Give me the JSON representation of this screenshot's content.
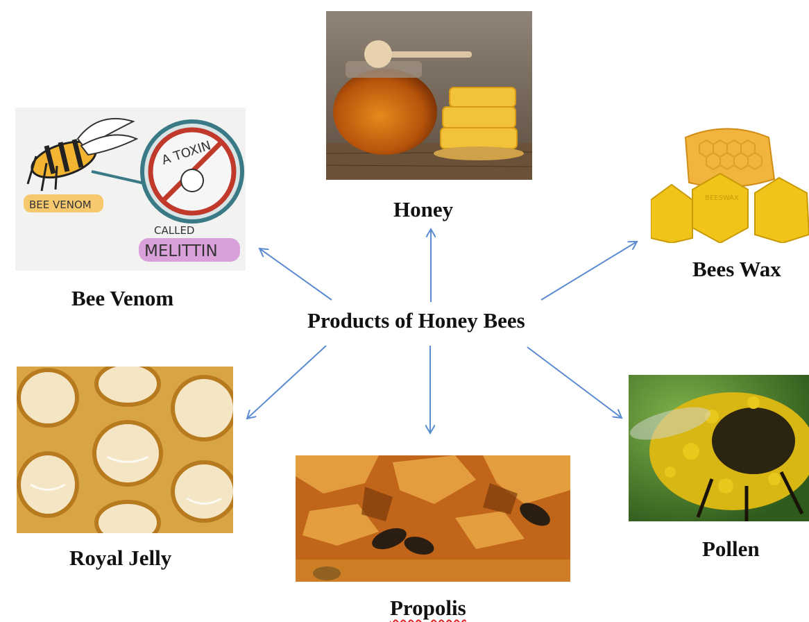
{
  "diagram": {
    "center_label": "Products of Honey Bees",
    "products": [
      {
        "id": "honey",
        "label": "Honey"
      },
      {
        "id": "bee-venom",
        "label": "Bee Venom"
      },
      {
        "id": "bees-wax",
        "label": "Bees Wax"
      },
      {
        "id": "royal-jelly",
        "label": "Royal Jelly"
      },
      {
        "id": "propolis",
        "label": "Propolis"
      },
      {
        "id": "pollen",
        "label": "Pollen"
      }
    ],
    "venom_sketch": {
      "bee_tag": "BEE VENOM",
      "toxin_text": "A TOXIN",
      "called_text": "CALLED",
      "name_text": "MELITTIN"
    },
    "wax_stamp": "BEESWAX",
    "arrow_color": "#5b8bd0"
  }
}
